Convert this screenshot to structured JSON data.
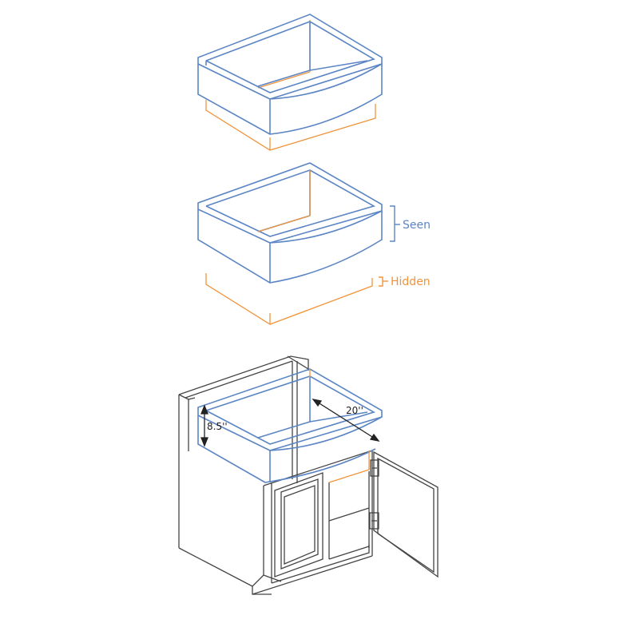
{
  "colors": {
    "seen": "#5b85c4",
    "hidden": "#f0943c",
    "cabinet": "#444444"
  },
  "legend": {
    "seen": "Seen",
    "hidden": "Hidden"
  },
  "dimensions": {
    "depth": "20''",
    "height": "8.5''"
  },
  "icons": [
    "sink-basin-icon",
    "brace-icon",
    "double-arrow-icon",
    "cabinet-icon",
    "hinge-icon"
  ]
}
